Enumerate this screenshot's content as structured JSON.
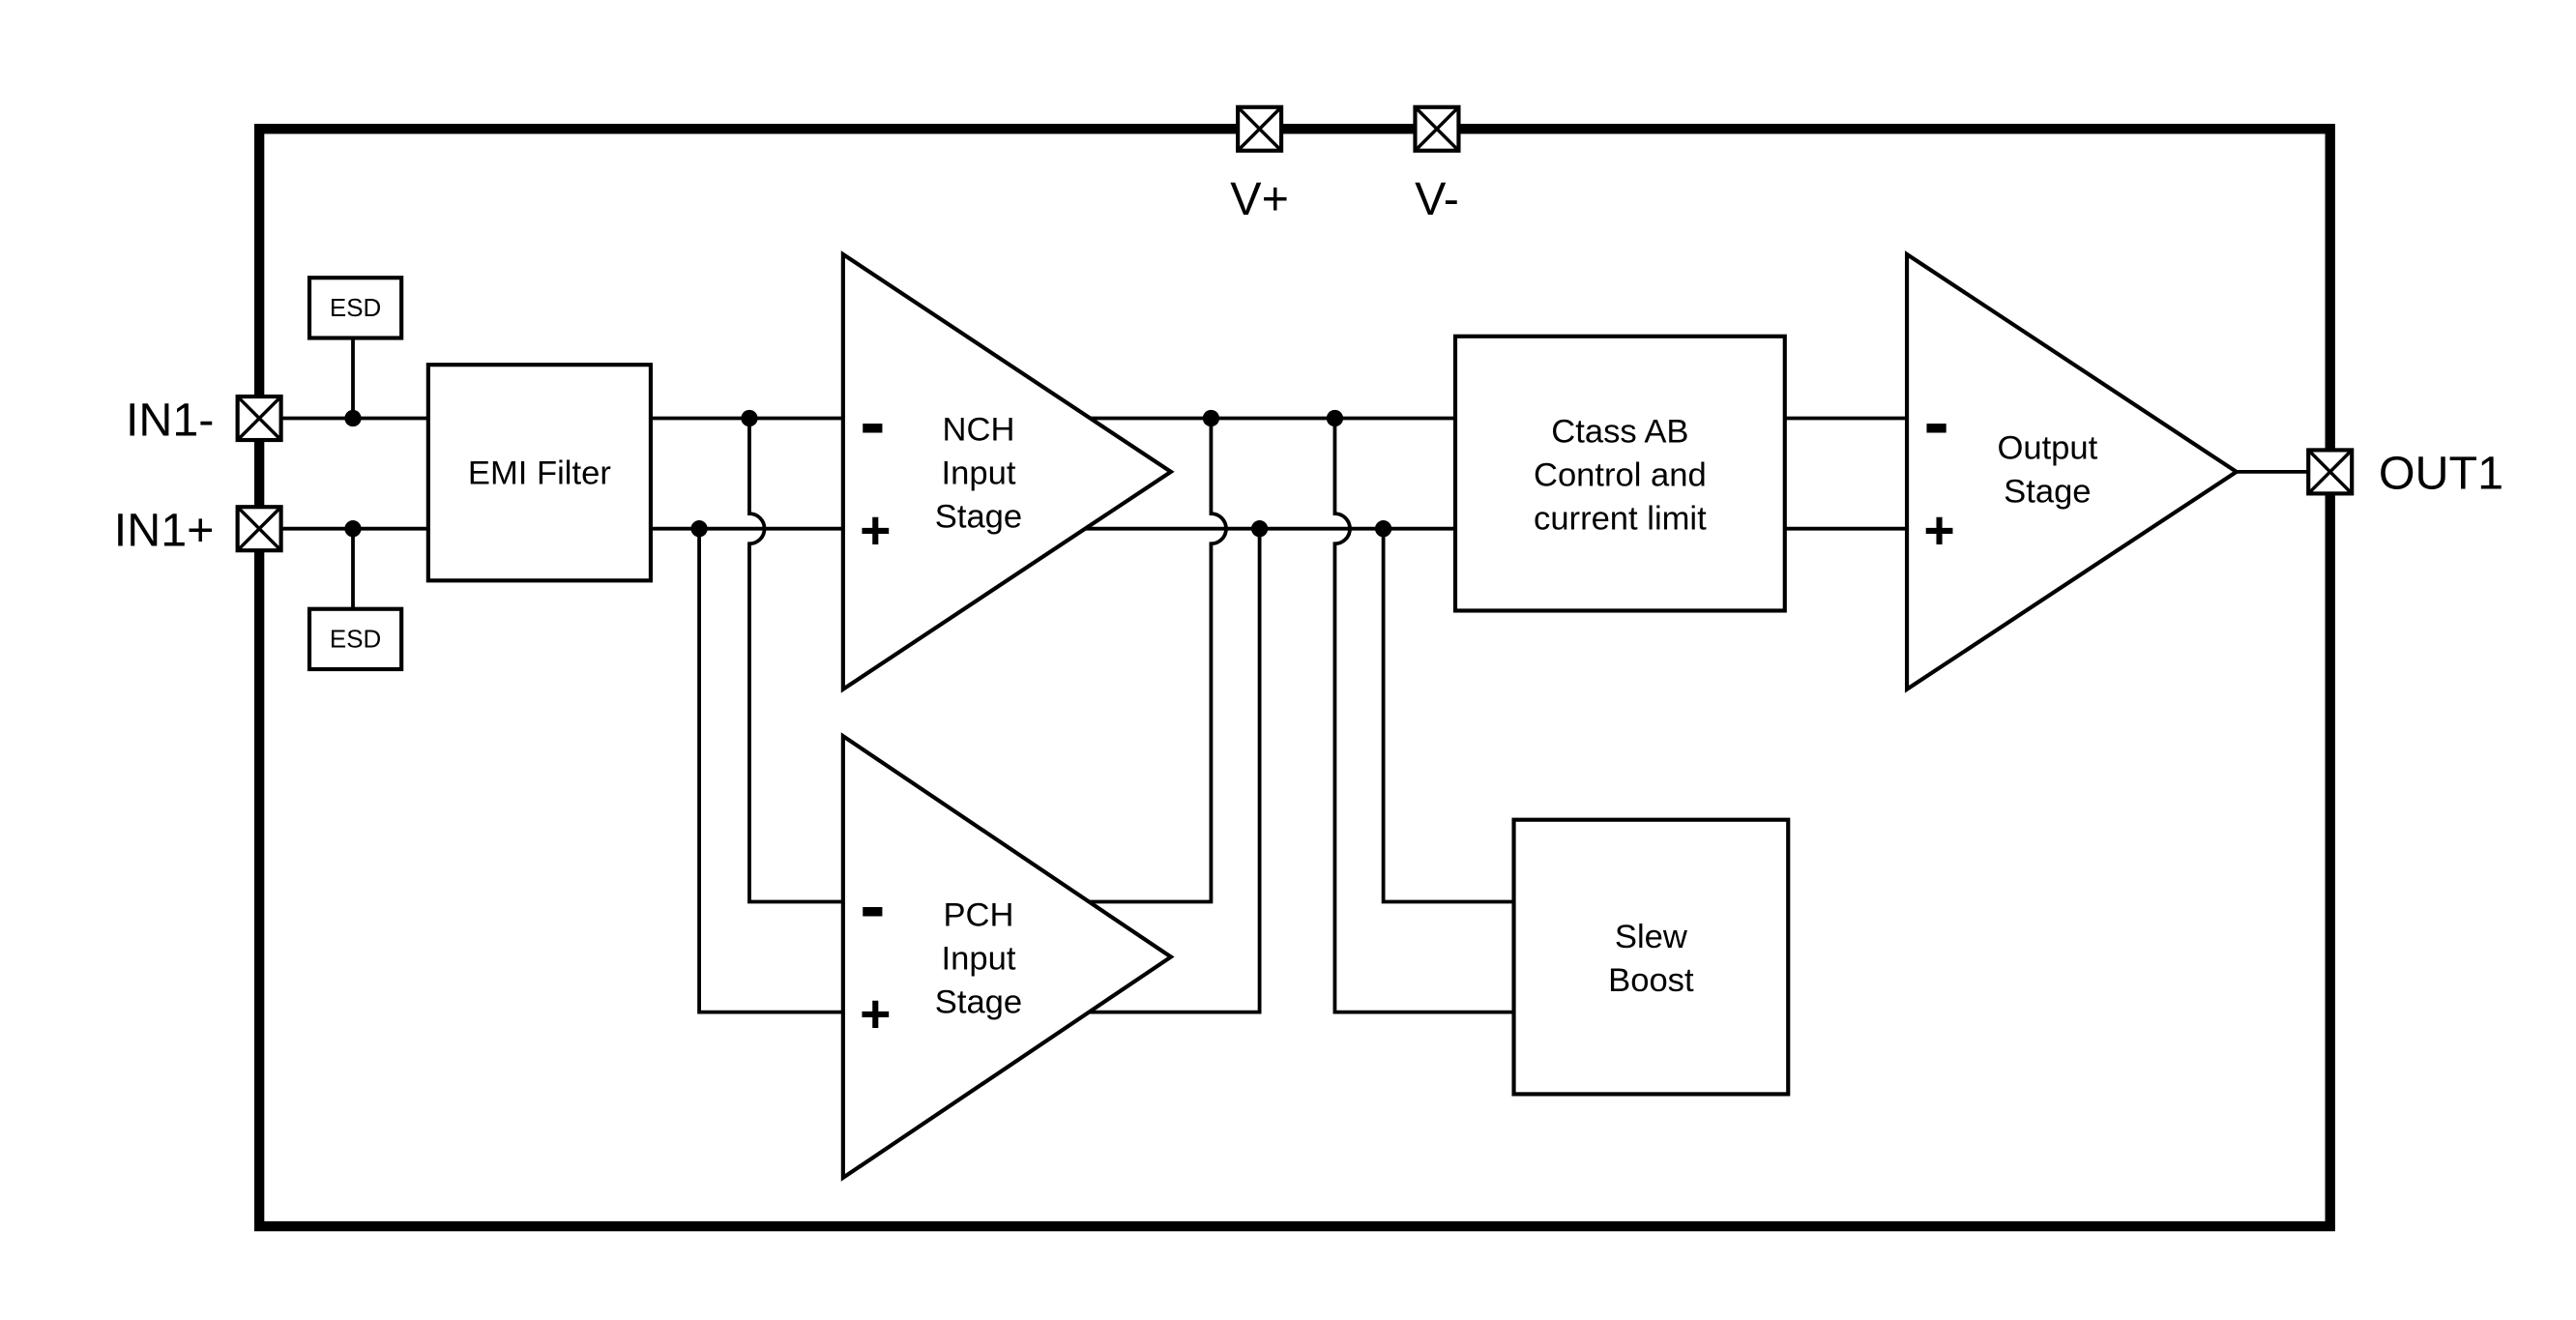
{
  "pins": {
    "v_plus": {
      "label": "V+"
    },
    "v_minus": {
      "label": "V-"
    },
    "in1_minus": {
      "label": "IN1-"
    },
    "in1_plus": {
      "label": "IN1+"
    },
    "out1": {
      "label": "OUT1"
    }
  },
  "blocks": {
    "esd_top": {
      "label": "ESD"
    },
    "esd_bottom": {
      "label": "ESD"
    },
    "emi_filter": {
      "label": "EMI Filter"
    },
    "nch_input_stage": {
      "lines": [
        "NCH",
        "Input",
        "Stage"
      ]
    },
    "pch_input_stage": {
      "lines": [
        "PCH",
        "Input",
        "Stage"
      ]
    },
    "class_ab_control": {
      "lines": [
        "Ctass AB",
        "Control and",
        "current limit"
      ]
    },
    "slew_boost": {
      "lines": [
        "Slew",
        "Boost"
      ]
    },
    "output_stage": {
      "lines": [
        "Output",
        "Stage"
      ]
    }
  },
  "symbols": {
    "minus": "-",
    "plus": "+"
  },
  "colors": {
    "line": "#000000",
    "background": "#ffffff"
  }
}
